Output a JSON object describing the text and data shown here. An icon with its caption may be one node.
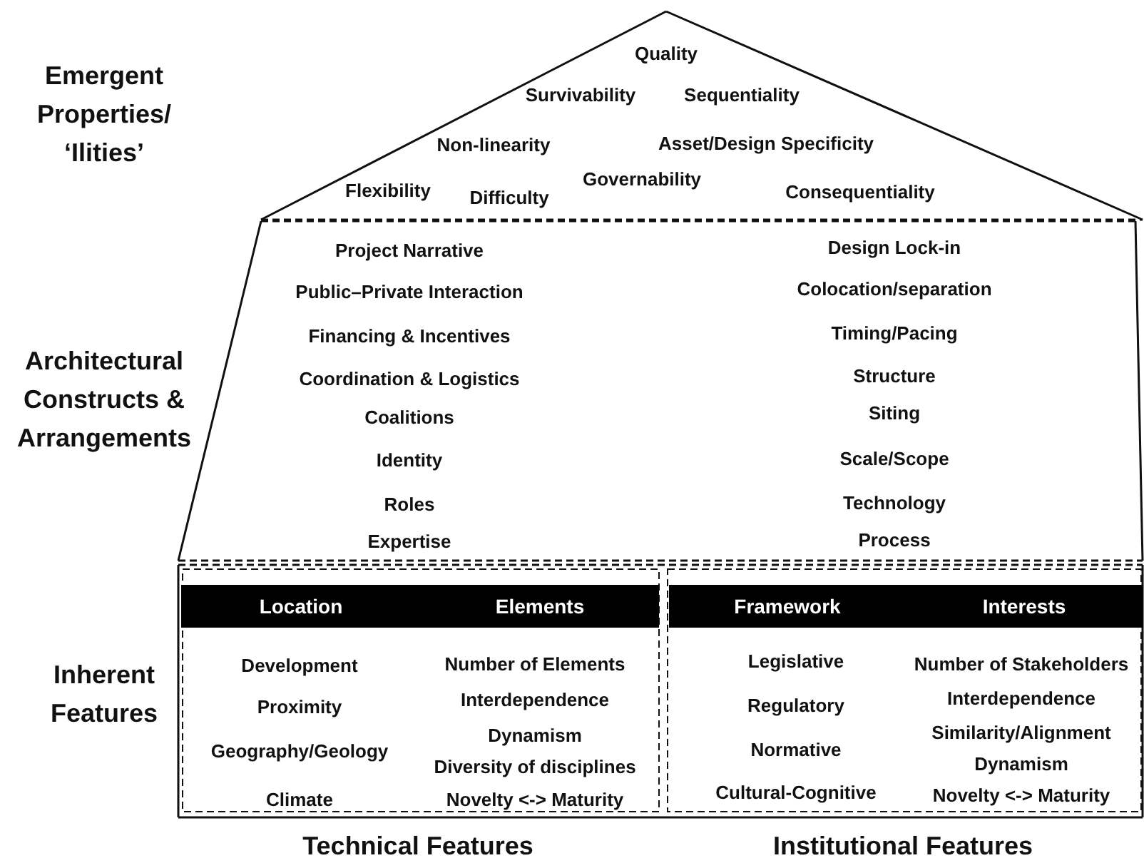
{
  "diagram": {
    "nodes": [
      {
        "text": [
          "Quality",
          "Survivability",
          "Sequentiality",
          "Non-linearity",
          "Asset/Design Specificity",
          "Flexibility",
          "Difficulty",
          "Governability",
          "Consequentiality"
        ]
      },
      {
        "text": [
          "Project Narrative",
          "Design Lock-in",
          "Public–Private Interaction",
          "Colocation/separation",
          "Financing & Incentives",
          "Timing/Pacing",
          "Coordination & Logistics",
          "Structure",
          "Coalitions",
          "Siting",
          "Identity",
          "Scale/Scope",
          "Roles",
          "Technology",
          "Expertise",
          "Process"
        ]
      },
      {
        "text": [],
        "shape": "box"
      },
      {
        "text": [
          "Technical Features"
        ],
        "in": 2
      },
      {
        "text": [
          "Location"
        ],
        "in": 3
      },
      {
        "text": [
          "Elements"
        ],
        "in": 3
      },
      {
        "text": [
          "Institutional Features"
        ],
        "in": 2
      },
      {
        "text": [
          "Framework"
        ],
        "in": 6
      },
      {
        "text": [
          "Interests"
        ],
        "in": 6
      }
    ],
    "edges": [],
    "labels": [
      "Emergent Properties/ ‘Ilities’",
      "Architectural Constructs & Arrangements",
      "Inherent Features",
      "Development",
      "Proximity",
      "Geography/Geology",
      "Climate",
      "Number of Elements",
      "Interdependence",
      "Dynamism",
      "Diversity of disciplines",
      "Novelty <-> Maturity",
      "Legislative",
      "Regulatory",
      "Normative",
      "Cultural-Cognitive",
      "Number of Stakeholders",
      "Interdependence",
      "Similarity/Alignment",
      "Dynamism",
      "Novelty <-> Maturity"
    ]
  }
}
